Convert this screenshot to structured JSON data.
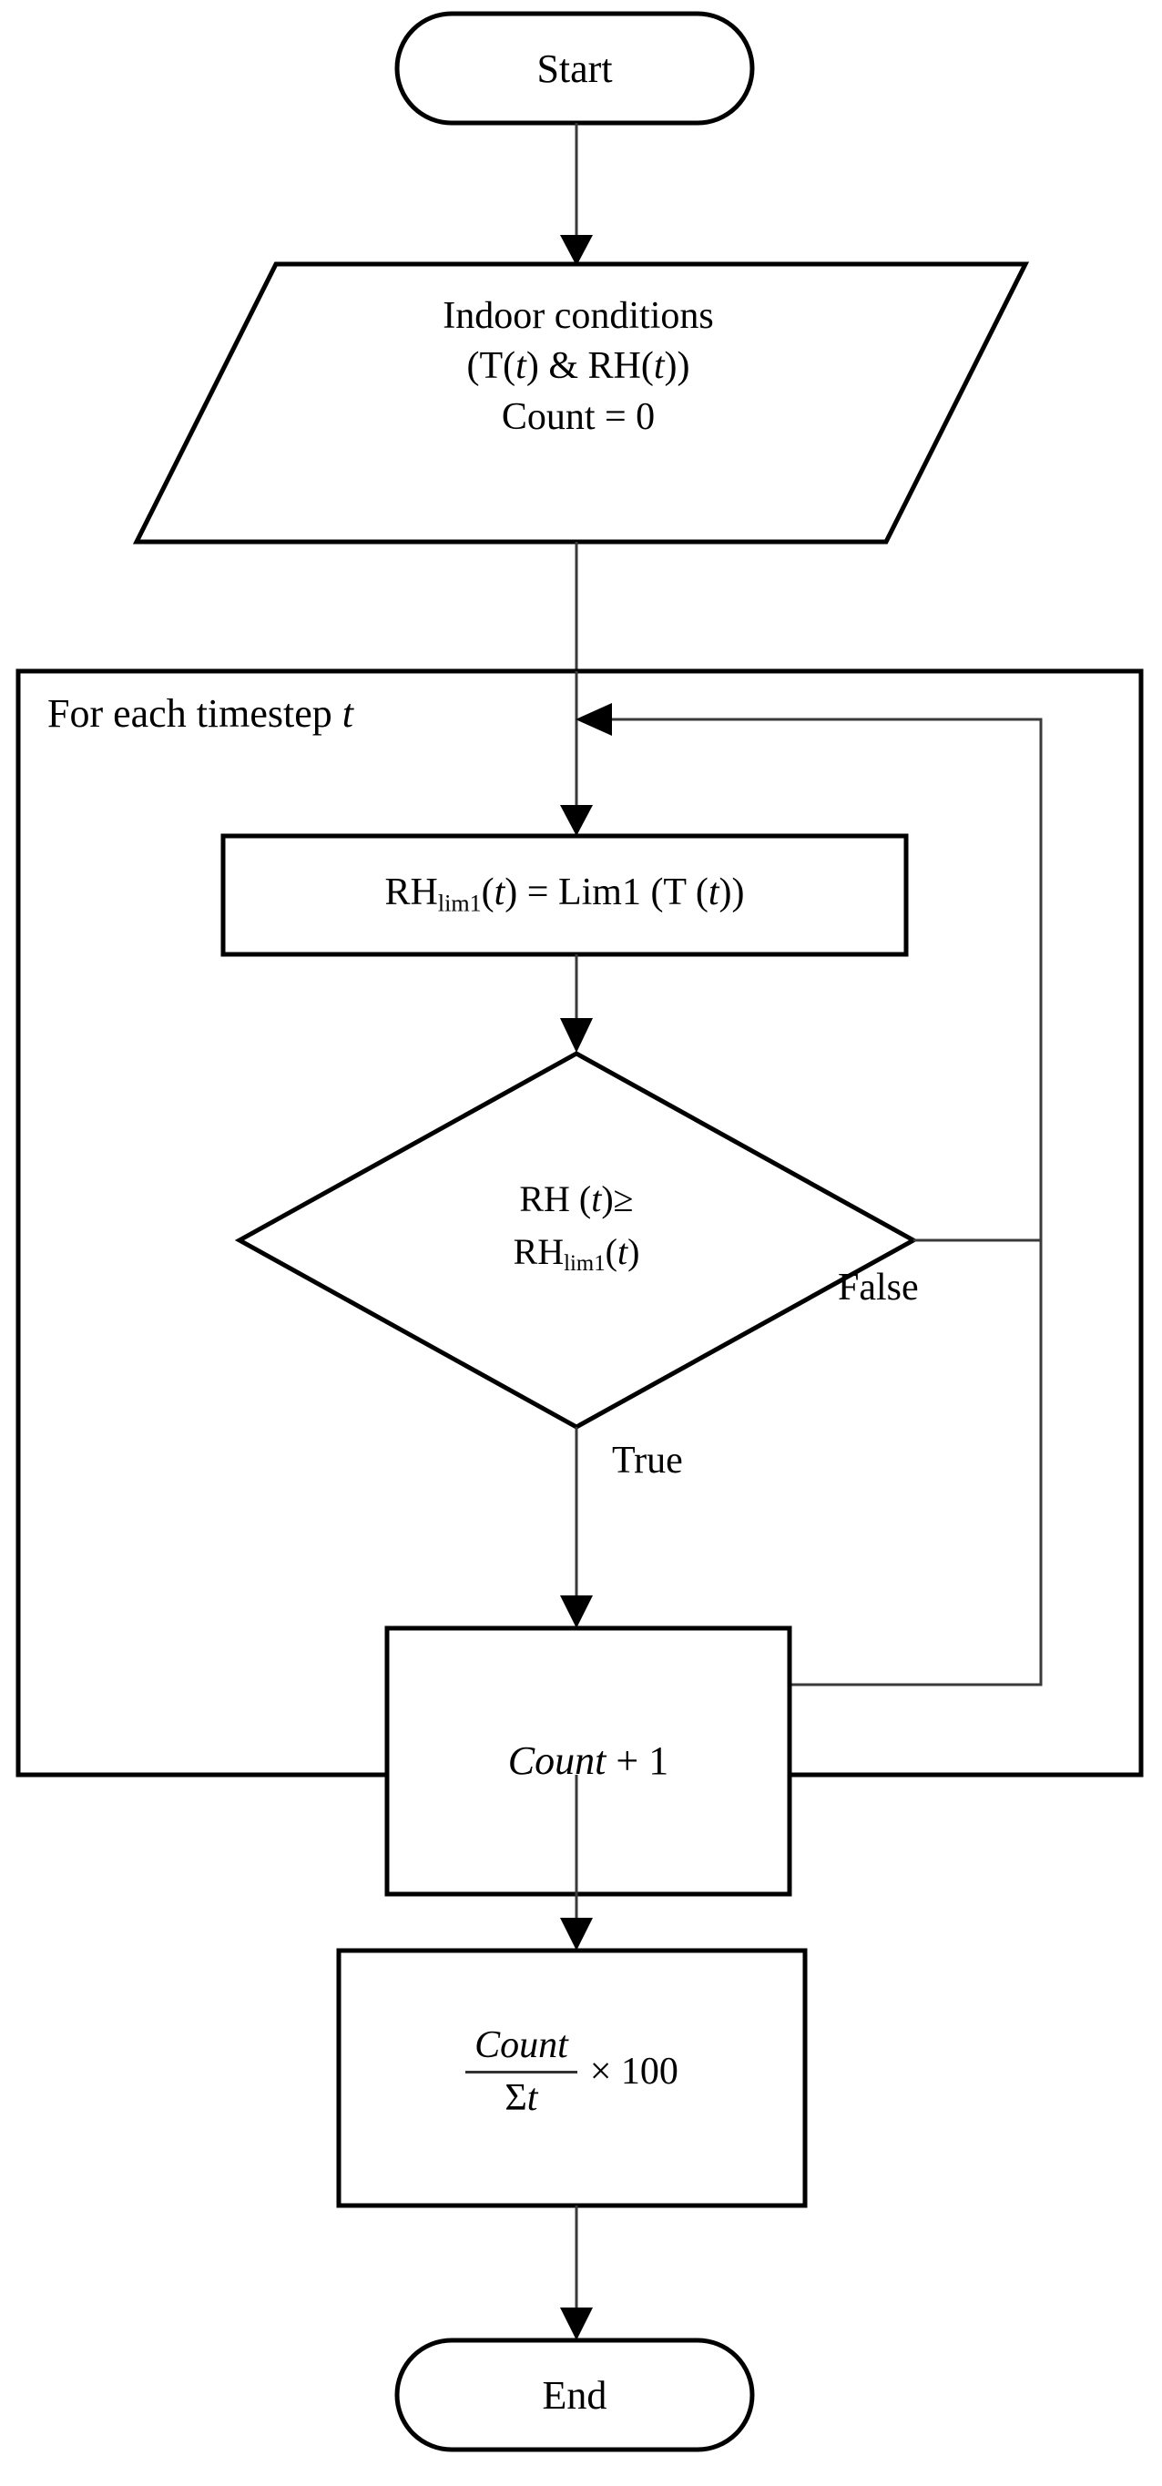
{
  "diagram": {
    "title": "Mould growth limit flowchart",
    "background_color": "#ffffff",
    "line_color": "#000000",
    "connector_color": "#3a3a3a"
  },
  "nodes": {
    "start": {
      "type": "terminator",
      "label": "Start"
    },
    "input": {
      "type": "input-parallelogram",
      "line1": "Indoor conditions",
      "line2_pre": "(T(",
      "line2_var": "t",
      "line2_mid": ") & RH(",
      "line2_var2": "t",
      "line2_post": "))",
      "line3": "Count = 0"
    },
    "loop": {
      "type": "loop-container",
      "label_pre": "For each timestep ",
      "label_var": "t"
    },
    "process_limit": {
      "type": "process",
      "text_pre": "RH",
      "text_sub": "lim1",
      "text_mid": "(",
      "text_var": "t",
      "text_post": ") = Lim1  (T (",
      "text_var2": "t",
      "text_end": "))"
    },
    "decision": {
      "type": "decision",
      "line1_pre": "RH (",
      "line1_var": "t",
      "line1_post": ")≥",
      "line2_pre": "RH",
      "line2_sub": "lim1",
      "line2_mid": "(",
      "line2_var": "t",
      "line2_post": ")"
    },
    "count_increment": {
      "type": "process",
      "var": "Count",
      "expr": " + 1"
    },
    "percentage": {
      "type": "process",
      "numerator": "Count",
      "denominator_sum": "Σ",
      "denominator_var": "t",
      "multiplier": "× 100"
    },
    "end": {
      "type": "terminator",
      "label": "End"
    }
  },
  "edges": {
    "false_label": "False",
    "true_label": "True"
  }
}
